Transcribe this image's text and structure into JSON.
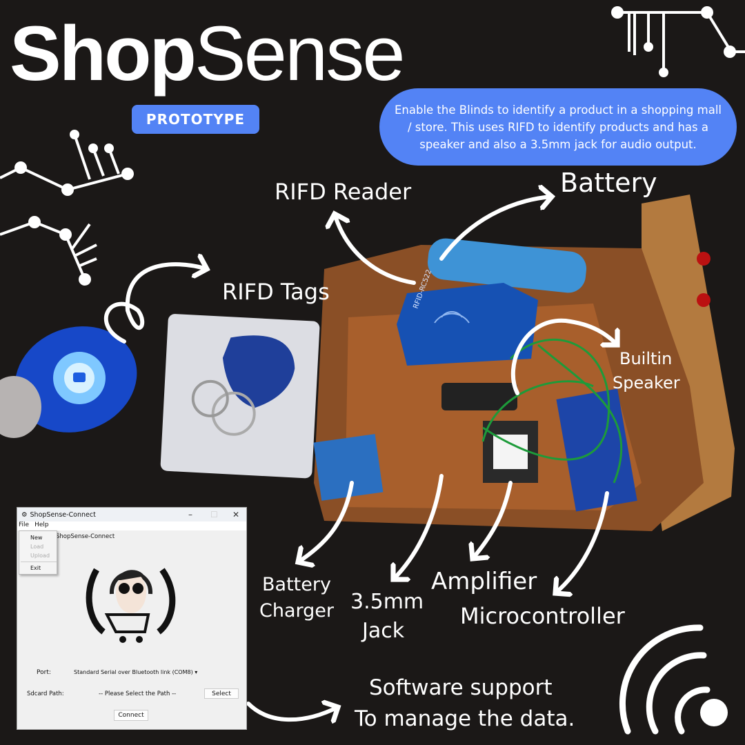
{
  "header": {
    "title_bold": "Shop",
    "title_regular": "Sense",
    "badge": "PROTOTYPE"
  },
  "description": "Enable the Blinds to identify a product in a shopping mall / store. This uses RIFD to identify products and has a speaker and also a 3.5mm jack for audio output.",
  "labels": {
    "rfid_reader": "RIFD Reader",
    "battery": "Battery",
    "rfid_tags": "RIFD Tags",
    "speaker_1": "Builtin",
    "speaker_2": "Speaker",
    "charger_1": "Battery",
    "charger_2": "Charger",
    "jack_1": "3.5mm",
    "jack_2": "Jack",
    "amplifier": "Amplifier",
    "microcontroller": "Microcontroller",
    "software_1": "Software support",
    "software_2": "To manage the data."
  },
  "photo_text": {
    "reader_module": "RFID-RC522"
  },
  "software_window": {
    "title": "ShopSense-Connect",
    "menu": [
      "File",
      "Help"
    ],
    "file_menu": [
      {
        "label": "New",
        "enabled": true
      },
      {
        "label": "Load",
        "enabled": false
      },
      {
        "label": "Upload",
        "enabled": false
      },
      {
        "label": "Exit",
        "enabled": true
      }
    ],
    "group_title": "ShopSense-Connect",
    "port_label": "Port:",
    "port_value": "Standard Serial over Bluetooth link (COM8)",
    "sdcard_label": "Sdcard Path:",
    "sdcard_value": "-- Please Select the Path --",
    "select_button": "Select",
    "connect_button": "Connect"
  },
  "colors": {
    "background": "#1b1817",
    "accent": "#5383f5",
    "text": "#ffffff"
  }
}
